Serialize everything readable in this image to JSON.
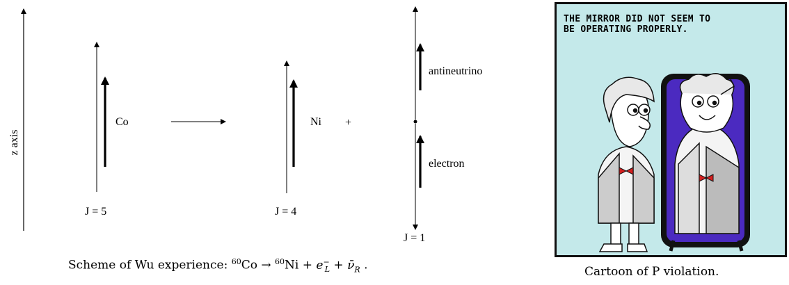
{
  "diagram": {
    "z_axis_label": "z axis",
    "cobalt": {
      "label": "Co",
      "spin": "J = 5"
    },
    "nickel": {
      "label": "Ni",
      "spin": "J = 4"
    },
    "plus": "+",
    "antineutrino": {
      "label": "antineutrino"
    },
    "electron": {
      "label": "electron"
    },
    "total_spin": "J = 1"
  },
  "caption_left": {
    "text": "Scheme of Wu experience: ",
    "mass_co": "60",
    "co": "Co",
    "arrow": " → ",
    "mass_ni": "60",
    "ni": "Ni",
    "plus": " +",
    "e": "e",
    "e_sup": "−",
    "e_sub": "L",
    "plus2": " + ",
    "nu": "ν̄",
    "nu_sub": "R",
    "end": " ."
  },
  "cartoon": {
    "speech": "THE MIRROR DID NOT SEEM TO\nBE OPERATING PROPERLY.",
    "caption": "Cartoon of P violation.",
    "colors": {
      "background": "#c4e9ea",
      "mirror": "#4b2ac0",
      "bowtie": "#d42020"
    }
  }
}
